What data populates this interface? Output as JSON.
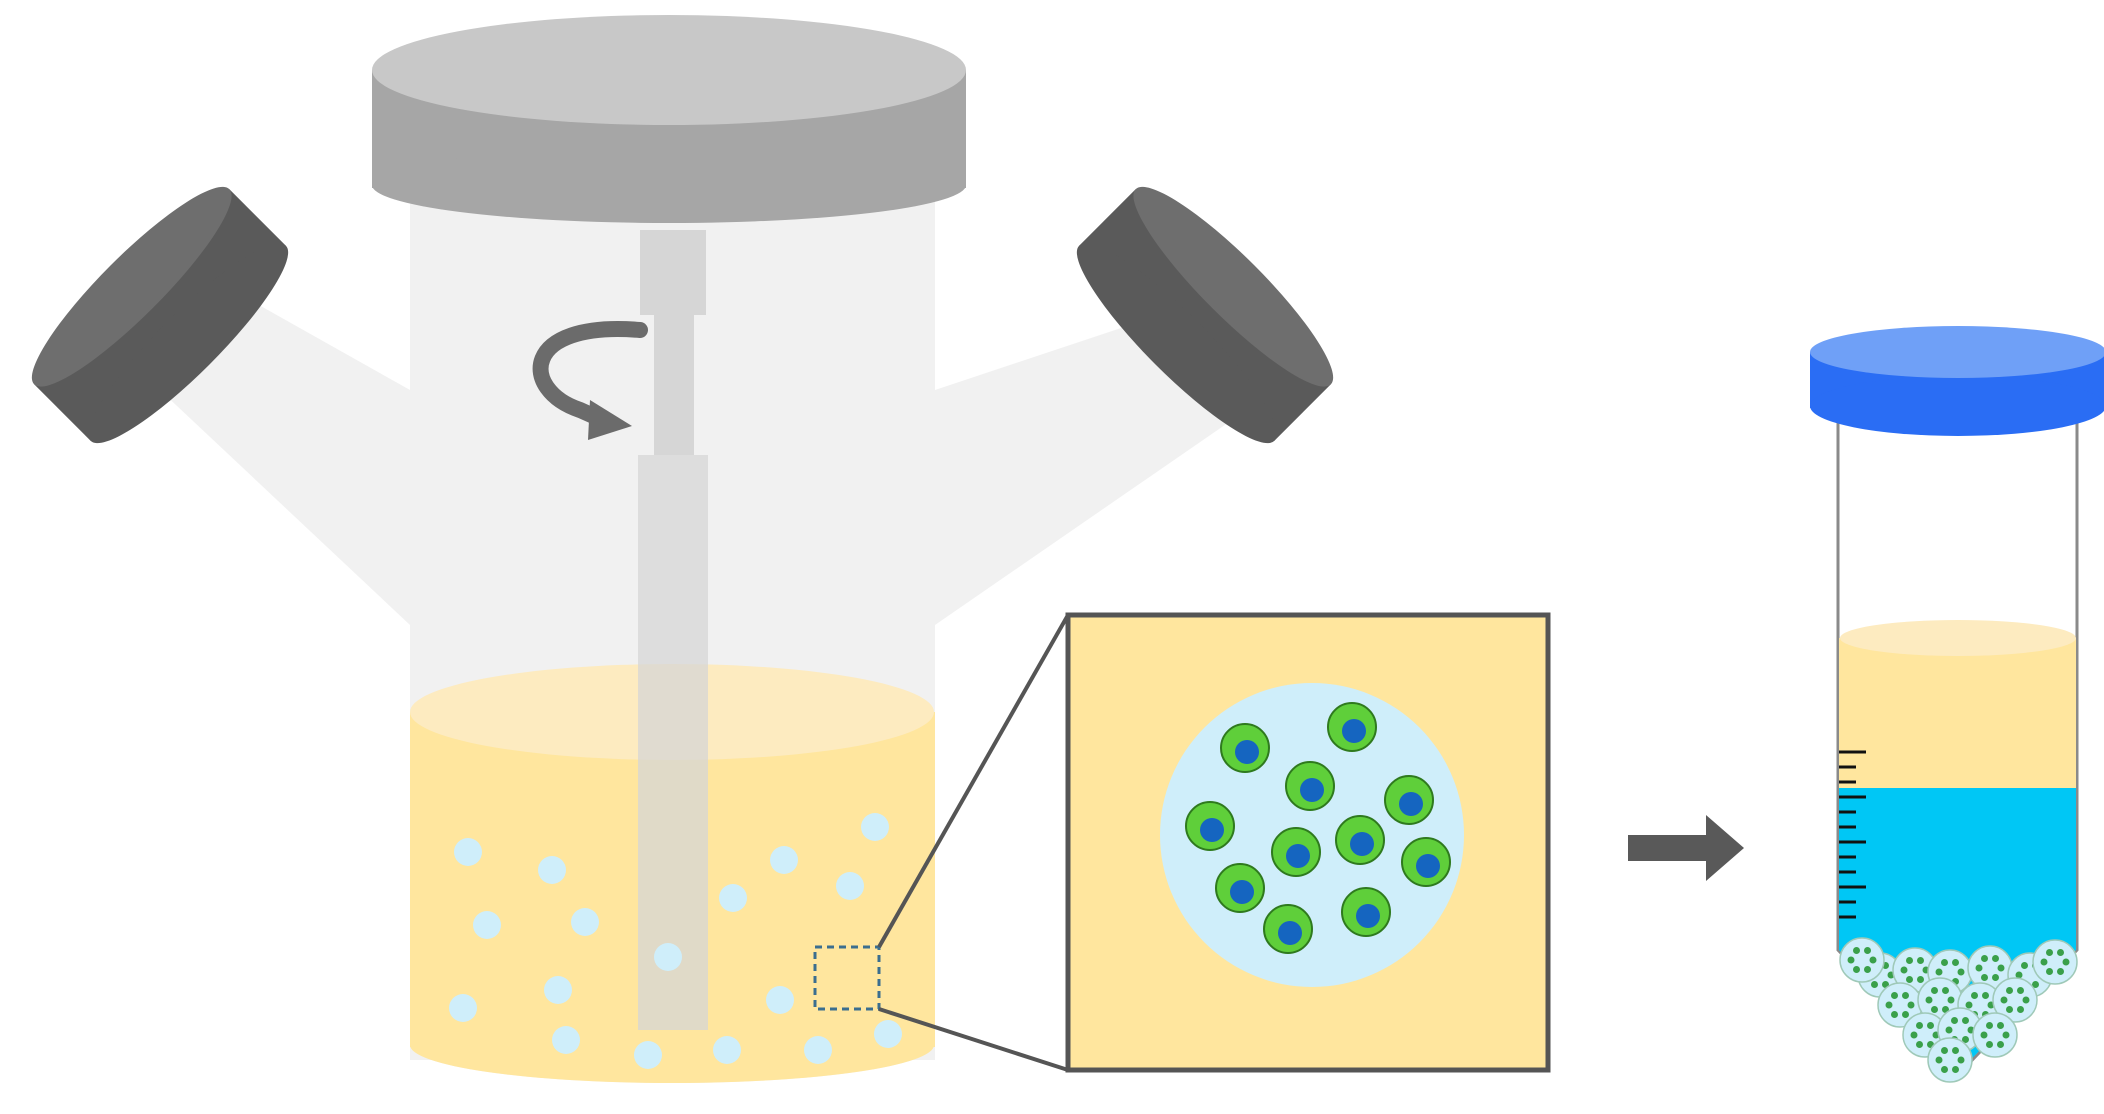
{
  "figure": {
    "panels": [
      "spinner-flask",
      "microcarrier-zoom",
      "transfer-arrow",
      "conical-tube"
    ],
    "colors": {
      "glass": "#f1f1f1",
      "glass_edge": "#e2e2e2",
      "lid": "#a6a6a6",
      "lid_top": "#c8c8c8",
      "side_cap": "#5a5a5a",
      "side_cap_top": "#6e6e6e",
      "stir_rod": "#d6d6d6",
      "rotation_arrow": "#6b6b6b",
      "medium": "#ffe69e",
      "medium_top": "#fdebc0",
      "microcarrier": "#cfeefa",
      "cell_body": "#5fcf3a",
      "cell_nucleus": "#1565c0",
      "zoom_border": "#555555",
      "zoom_box_dashed": "#3b6e8f",
      "arrow": "#595959",
      "tube_cap": "#2a6df4",
      "tube_cap_top": "#6fa0f7",
      "tube_blue_layer": "#00c7f5",
      "tube_medium_layer": "#ffe69e"
    },
    "icons": [
      "rotation-arrow-icon",
      "right-arrow-icon"
    ]
  }
}
